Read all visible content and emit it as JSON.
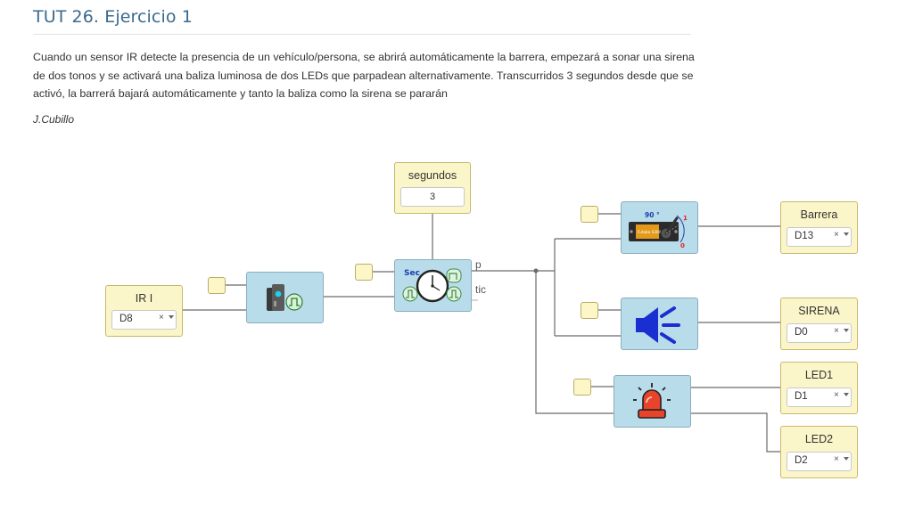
{
  "page": {
    "title": "TUT 26. Ejercicio 1",
    "description": "Cuando un sensor IR detecte la presencia de un vehículo/persona, se abrirá automáticamente la barrera, empezará a sonar una sirena de dos tonos y se activará una baliza luminosa de dos LEDs que parpadean alternativamente. Transcurridos 3 segundos desde que se activó, la barrerá bajará automáticamente y tanto la baliza como la sirena se pararán",
    "author": "J.Cubillo"
  },
  "diagram": {
    "input_block": {
      "label": "IR I",
      "pin": "D8"
    },
    "timer_param": {
      "label": "segundos",
      "value": "3"
    },
    "timer_block": {
      "icon_text": "Sec",
      "outputs": [
        "p",
        "tic"
      ]
    },
    "servo_block": {
      "icon_text": "90 °",
      "range_hi": "1",
      "range_lo": "0",
      "brand": "Futaba S3003"
    },
    "outputs": [
      {
        "label": "Barrera",
        "pin": "D13"
      },
      {
        "label": "SIRENA",
        "pin": "D0"
      },
      {
        "label": "LED1",
        "pin": "D1"
      },
      {
        "label": "LED2",
        "pin": "D2"
      }
    ],
    "colors": {
      "io_fill": "#fbf6c9",
      "block_fill": "#b9dcea",
      "wire": "#666666",
      "title": "#3a6a8e",
      "speaker": "#1a2fd1",
      "beacon": "#e8442b"
    }
  }
}
